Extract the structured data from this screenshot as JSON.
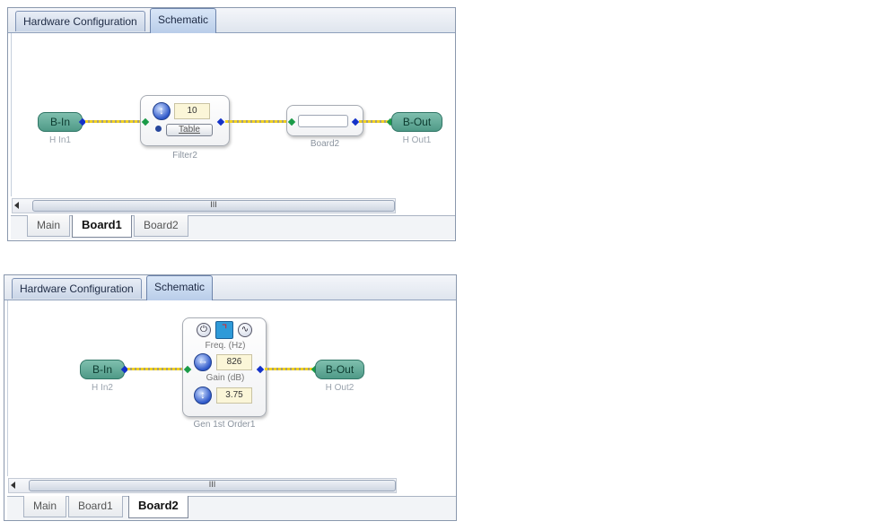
{
  "panel1": {
    "tabs": [
      "Hardware Configuration",
      "Schematic"
    ],
    "active_tab": "Schematic",
    "input_block": {
      "label": "B-In",
      "sublabel": "H In1"
    },
    "filter_module": {
      "value": "10",
      "button_label": "Table",
      "caption": "Filter2"
    },
    "board_module": {
      "caption": "Board2"
    },
    "output_block": {
      "label": "B-Out",
      "sublabel": "H Out1"
    },
    "scroll_grip": "III",
    "bottom_tabs": [
      "Main",
      "Board1",
      "Board2"
    ],
    "active_bottom_tab": "Board1"
  },
  "panel2": {
    "tabs": [
      "Hardware Configuration",
      "Schematic"
    ],
    "active_tab": "Schematic",
    "input_block": {
      "label": "B-In",
      "sublabel": "H In2"
    },
    "gen_module": {
      "freq_label": "Freq. (Hz)",
      "freq_value": "826",
      "gain_label": "Gain (dB)",
      "gain_value": "3.75",
      "caption": "Gen 1st Order1",
      "icons": [
        "power-icon",
        "lowpass-filter-icon",
        "sine-wave-icon"
      ]
    },
    "output_block": {
      "label": "B-Out",
      "sublabel": "H Out2"
    },
    "scroll_grip": "III",
    "bottom_tabs": [
      "Main",
      "Board1",
      "Board2"
    ],
    "active_bottom_tab": "Board2"
  }
}
